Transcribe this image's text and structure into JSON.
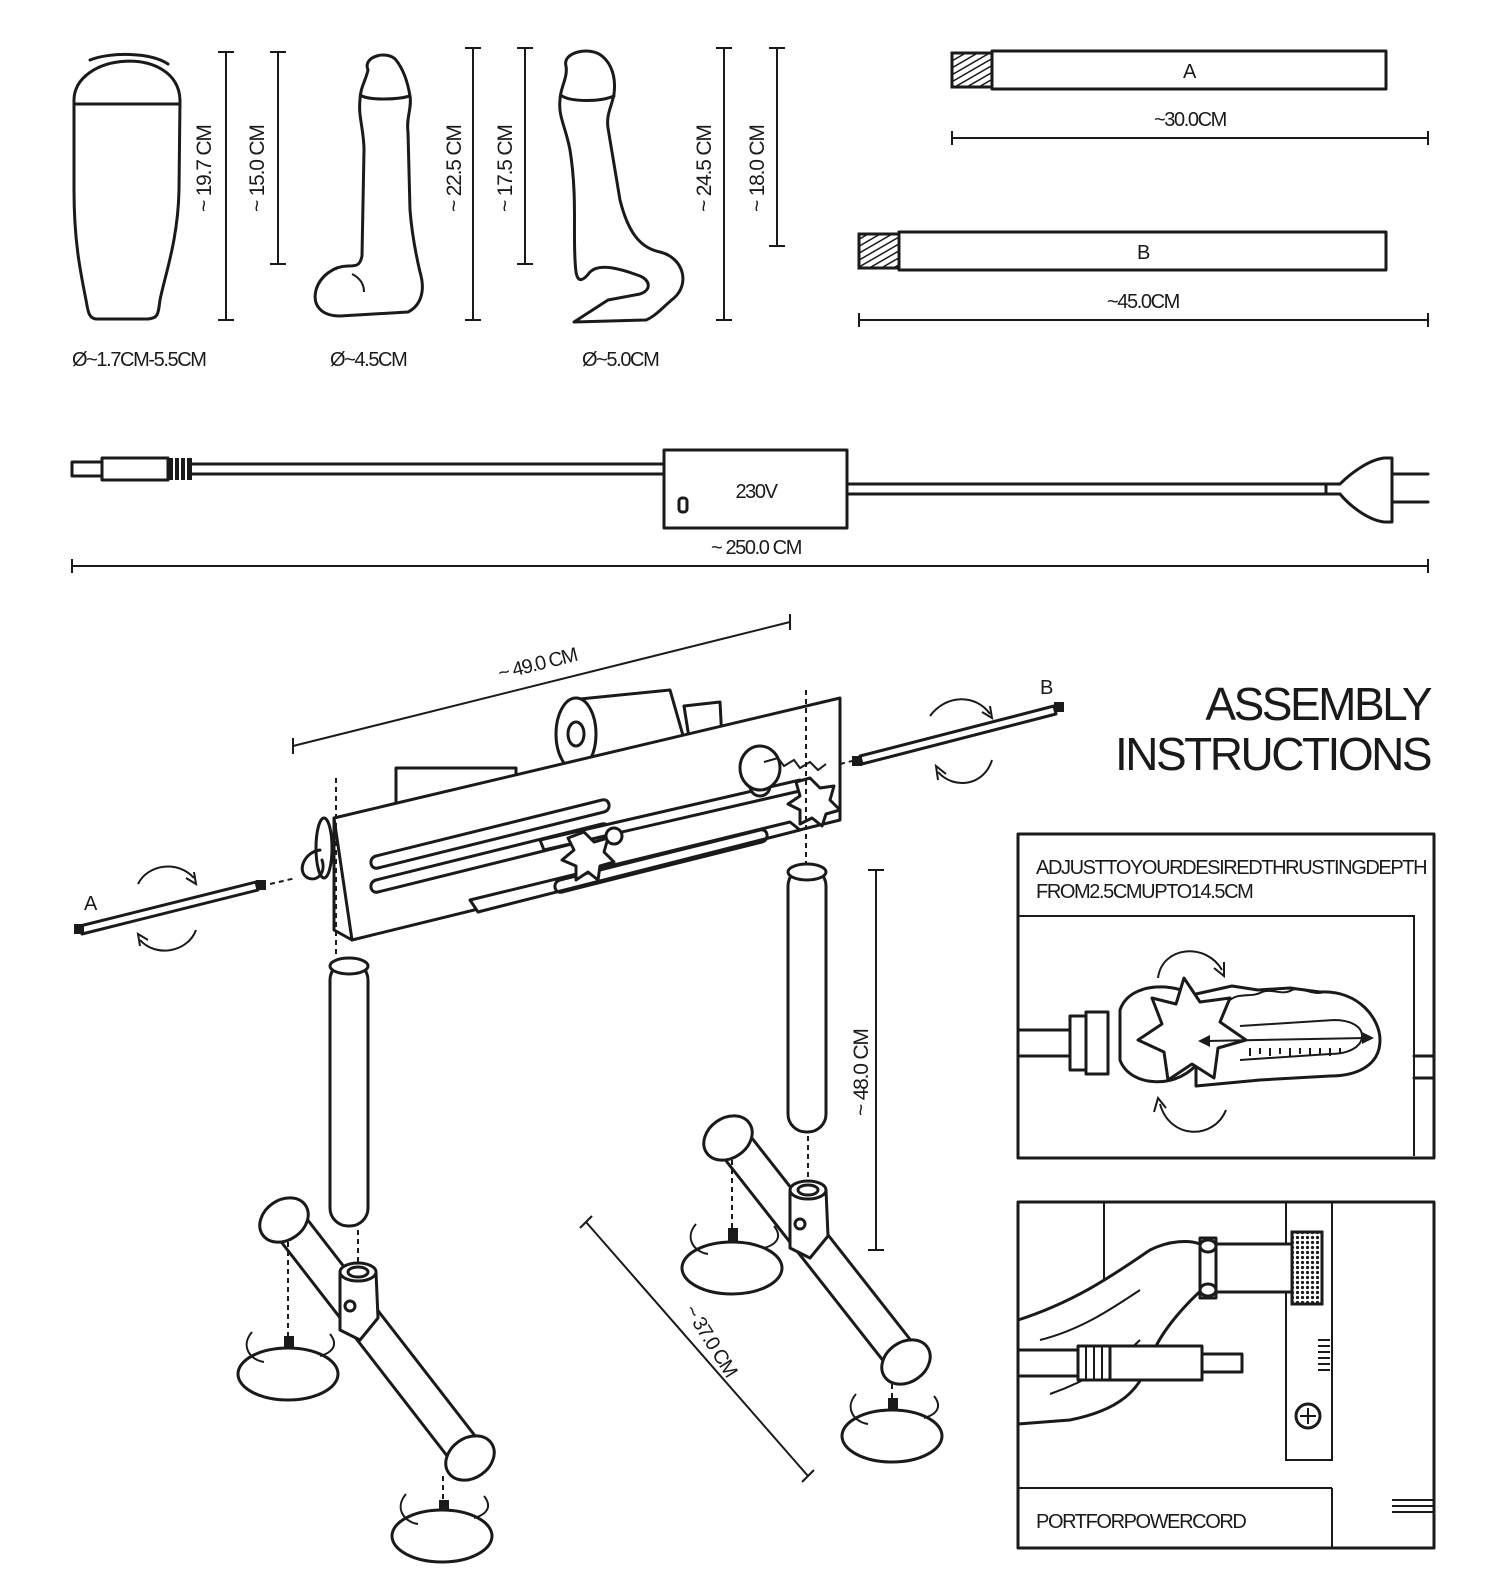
{
  "toys": {
    "masturbator": {
      "height_total": "~ 19.7 CM",
      "height_insertable": "~ 15.0 CM",
      "diameter": "Ø~1.7CM-5.5CM"
    },
    "dildo_medium": {
      "height_total": "~ 22.5 CM",
      "height_insertable": "~ 17.5 CM",
      "diameter": "Ø~4.5CM"
    },
    "dildo_large": {
      "height_total": "~ 24.5 CM",
      "height_insertable": "~ 18.0 CM",
      "diameter": "Ø~5.0CM"
    }
  },
  "rods": {
    "a": {
      "label": "A",
      "length": "~30.0CM"
    },
    "b": {
      "label": "B",
      "length": "~45.0CM"
    }
  },
  "power_cord": {
    "voltage": "230V",
    "length": "~ 250.0 CM"
  },
  "machine": {
    "width": "~ 49.0 CM",
    "leg_height": "~ 48.0 CM",
    "base_length": "~ 37.0 CM",
    "rod_a_label": "A",
    "rod_b_label": "B"
  },
  "title": {
    "line1": "ASSEMBLY",
    "line2": "INSTRUCTIONS"
  },
  "panels": {
    "depth": {
      "line1": "ADJUSTTOYOURDESIREDTHRUSTINGDEPTH",
      "line2": "FROM2.5CMUPTO14.5CM"
    },
    "port": {
      "caption": "PORTFORPOWERCORD"
    }
  }
}
